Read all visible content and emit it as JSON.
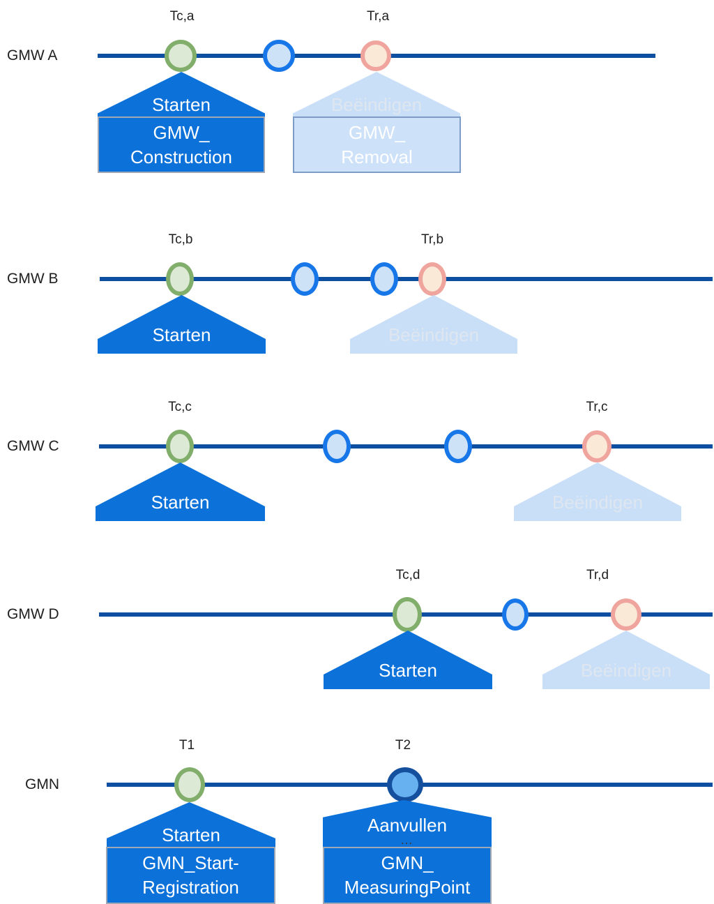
{
  "colors": {
    "label": "#1f1f1f",
    "line": "#0e4fa1",
    "shape-dark": "#0c71d9",
    "shape-light": "#c9def7",
    "light-fill": "#cde1f8",
    "text-light": "#dee6f0",
    "box-border-dark": "#9fa8b4",
    "box-border-light": "#7d9bc7",
    "green-stroke": "#81ae6a",
    "green-fill": "#dce9d4",
    "blue-stroke": "#1877e8",
    "blue-fill": "#cee2f7",
    "pink-stroke": "#efa49d",
    "pink-fill": "#fbe9d8",
    "navy-stroke": "#15509e",
    "navy-fill": "#67b1f1"
  },
  "rows": [
    {
      "label": "GMW A",
      "t1": "Tc,a",
      "t2": "Tr,a",
      "start_label": "Starten",
      "end_label": "Beëindigen",
      "start_box_line1": "GMW_",
      "start_box_line2": "Construction",
      "end_box_line1": "GMW_",
      "end_box_line2": "Removal"
    },
    {
      "label": "GMW B",
      "t1": "Tc,b",
      "t2": "Tr,b",
      "start_label": "Starten",
      "end_label": "Beëindigen"
    },
    {
      "label": "GMW C",
      "t1": "Tc,c",
      "t2": "Tr,c",
      "start_label": "Starten",
      "end_label": "Beëindigen"
    },
    {
      "label": "GMW D",
      "t1": "Tc,d",
      "t2": "Tr,d",
      "start_label": "Starten",
      "end_label": "Beëindigen"
    },
    {
      "label": "GMN",
      "t1": "T1",
      "t2": "T2",
      "start_label": "Starten",
      "end_label": "Aanvullen",
      "end_ellipsis": "…",
      "start_box_line1": "GMN_Start-",
      "start_box_line2": "Registration",
      "end_box_line1": "GMN_",
      "end_box_line2": "MeasuringPoint"
    }
  ]
}
